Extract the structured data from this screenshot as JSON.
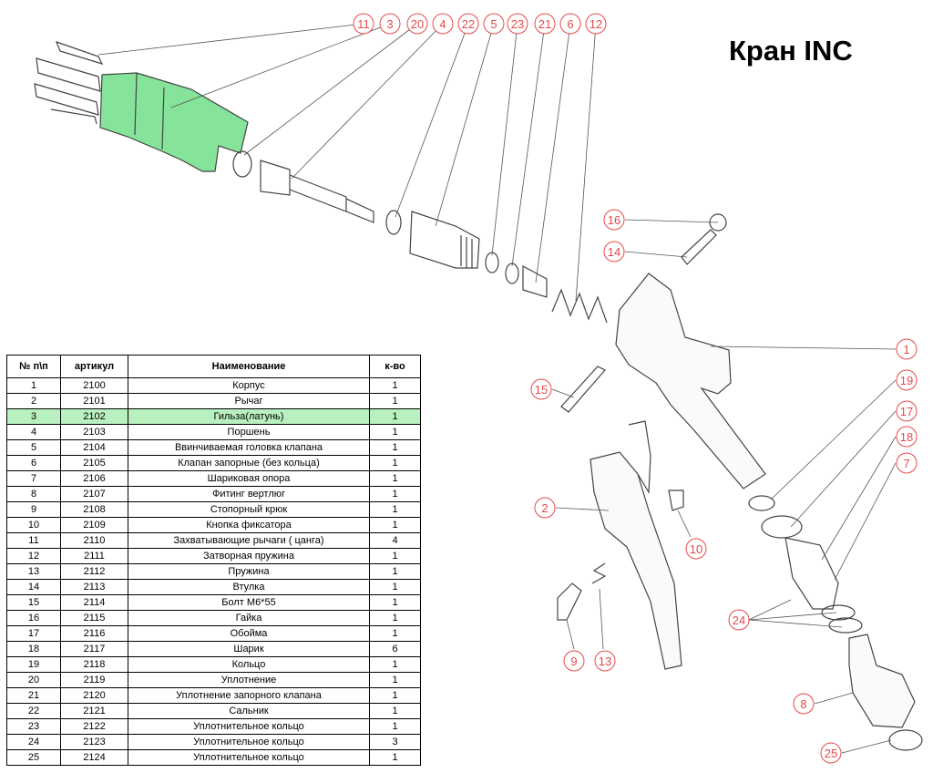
{
  "title": "Кран INC",
  "colors": {
    "callout": "#e64a4a",
    "highlight_part": "#86e39a",
    "highlight_row": "#b9f0c0",
    "line": "#555555"
  },
  "table": {
    "headers": [
      "№ п\\п",
      "артикул",
      "Наименование",
      "к-во"
    ],
    "rows": [
      [
        "1",
        "2100",
        "Корпус",
        "1"
      ],
      [
        "2",
        "2101",
        "Рычаг",
        "1"
      ],
      [
        "3",
        "2102",
        "Гильза(латунь)",
        "1"
      ],
      [
        "4",
        "2103",
        "Поршень",
        "1"
      ],
      [
        "5",
        "2104",
        "Ввинчиваемая головка клапана",
        "1"
      ],
      [
        "6",
        "2105",
        "Клапан запорные (без кольца)",
        "1"
      ],
      [
        "7",
        "2106",
        "Шариковая опора",
        "1"
      ],
      [
        "8",
        "2107",
        "Фитинг вертлюг",
        "1"
      ],
      [
        "9",
        "2108",
        "Стопорный крюк",
        "1"
      ],
      [
        "10",
        "2109",
        "Кнопка фиксатора",
        "1"
      ],
      [
        "11",
        "2110",
        "Захватывающие рычаги ( цанга)",
        "4"
      ],
      [
        "12",
        "2111",
        "Затворная пружина",
        "1"
      ],
      [
        "13",
        "2112",
        "Пружина",
        "1"
      ],
      [
        "14",
        "2113",
        "Втулка",
        "1"
      ],
      [
        "15",
        "2114",
        "Болт М6*55",
        "1"
      ],
      [
        "16",
        "2115",
        "Гайка",
        "1"
      ],
      [
        "17",
        "2116",
        "Обойма",
        "1"
      ],
      [
        "18",
        "2117",
        "Шарик",
        "6"
      ],
      [
        "19",
        "2118",
        "Кольцо",
        "1"
      ],
      [
        "20",
        "2119",
        "Уплотнение",
        "1"
      ],
      [
        "21",
        "2120",
        "Уплотнение запорного клапана",
        "1"
      ],
      [
        "22",
        "2121",
        "Сальник",
        "1"
      ],
      [
        "23",
        "2122",
        "Уплотнительное кольцо",
        "1"
      ],
      [
        "24",
        "2123",
        "Уплотнительное кольцо",
        "3"
      ],
      [
        "25",
        "2124",
        "Уплотнительное кольцо",
        "1"
      ]
    ],
    "highlighted_row": 2
  },
  "callouts": [
    "11",
    "3",
    "20",
    "4",
    "22",
    "5",
    "23",
    "21",
    "6",
    "12",
    "16",
    "14",
    "15",
    "1",
    "19",
    "17",
    "18",
    "7",
    "2",
    "10",
    "24",
    "9",
    "13",
    "8",
    "25"
  ]
}
